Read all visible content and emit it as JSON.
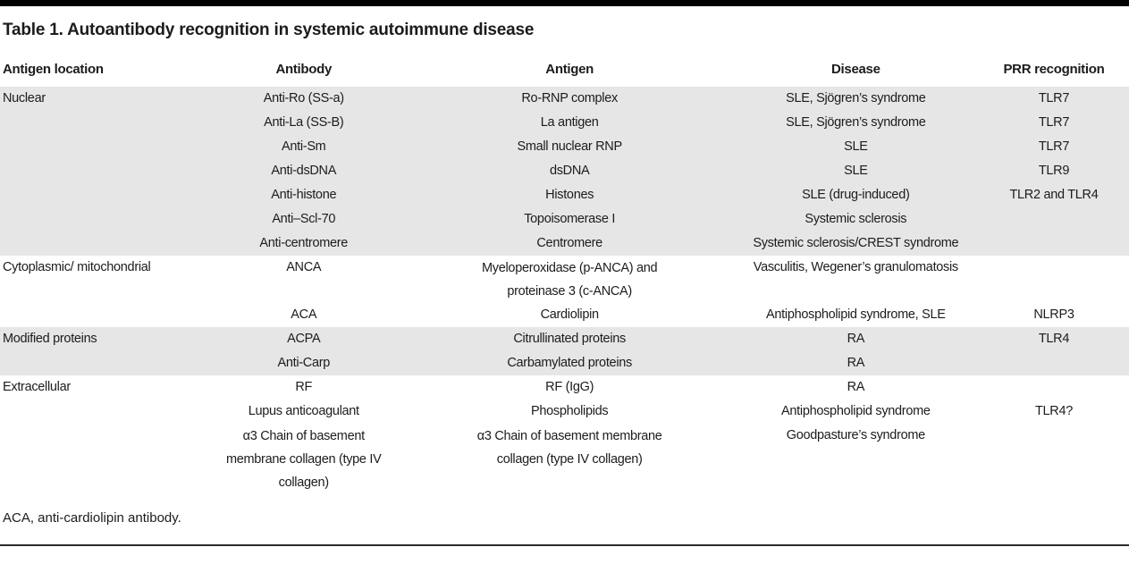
{
  "page": {
    "title": "Table 1. Autoantibody recognition in systemic autoimmune disease",
    "footnote": "ACA, anti-cardiolipin antibody.",
    "colors": {
      "bar": "#000000",
      "band": "#e6e6e6",
      "text": "#1c1c1c"
    }
  },
  "table": {
    "columns": {
      "location": "Antigen location",
      "antibody": "Antibody",
      "antigen": "Antigen",
      "disease": "Disease",
      "prr": "PRR recognition"
    },
    "sections": [
      {
        "shaded": true,
        "rows": [
          {
            "location": "Nuclear",
            "antibody": "Anti-Ro (SS-a)",
            "antigen": "Ro-RNP complex",
            "disease": "SLE, Sjögren’s syndrome",
            "prr": "TLR7"
          },
          {
            "location": "",
            "antibody": "Anti-La (SS-B)",
            "antigen": "La antigen",
            "disease": "SLE, Sjögren’s syndrome",
            "prr": "TLR7"
          },
          {
            "location": "",
            "antibody": "Anti-Sm",
            "antigen": "Small nuclear RNP",
            "disease": "SLE",
            "prr": "TLR7"
          },
          {
            "location": "",
            "antibody": "Anti-dsDNA",
            "antigen": "dsDNA",
            "disease": "SLE",
            "prr": "TLR9"
          },
          {
            "location": "",
            "antibody": "Anti-histone",
            "antigen": "Histones",
            "disease": "SLE (drug-induced)",
            "prr": "TLR2 and TLR4"
          },
          {
            "location": "",
            "antibody": "Anti–Scl-70",
            "antigen": "Topoisomerase I",
            "disease": "Systemic sclerosis",
            "prr": ""
          },
          {
            "location": "",
            "antibody": "Anti-centromere",
            "antigen": "Centromere",
            "disease": "Systemic sclerosis/CREST syndrome",
            "prr": ""
          }
        ]
      },
      {
        "shaded": false,
        "rows": [
          {
            "location": "Cytoplasmic/ mitochondrial",
            "antibody": "ANCA",
            "antigen": "Myeloperoxidase (p-ANCA) and proteinase 3 (c-ANCA)",
            "disease": "Vasculitis, Wegener’s granulomatosis",
            "prr": ""
          },
          {
            "location": "",
            "antibody": "ACA",
            "antigen": "Cardiolipin",
            "disease": "Antiphospholipid syndrome, SLE",
            "prr": "NLRP3"
          }
        ]
      },
      {
        "shaded": true,
        "rows": [
          {
            "location": "Modified proteins",
            "antibody": "ACPA",
            "antigen": "Citrullinated proteins",
            "disease": "RA",
            "prr": "TLR4"
          },
          {
            "location": "",
            "antibody": "Anti-Carp",
            "antigen": "Carbamylated proteins",
            "disease": "RA",
            "prr": ""
          }
        ]
      },
      {
        "shaded": false,
        "rows": [
          {
            "location": "Extracellular",
            "antibody": "RF",
            "antigen": "RF (IgG)",
            "disease": "RA",
            "prr": ""
          },
          {
            "location": "",
            "antibody": "Lupus anticoagulant",
            "antigen": "Phospholipids",
            "disease": "Antiphospholipid syndrome",
            "prr": "TLR4?"
          },
          {
            "location": "",
            "antibody": "α3 Chain of basement membrane collagen (type IV collagen)",
            "antigen": "α3 Chain of basement membrane collagen (type IV collagen)",
            "disease": "Goodpasture’s syndrome",
            "prr": ""
          }
        ]
      }
    ]
  }
}
